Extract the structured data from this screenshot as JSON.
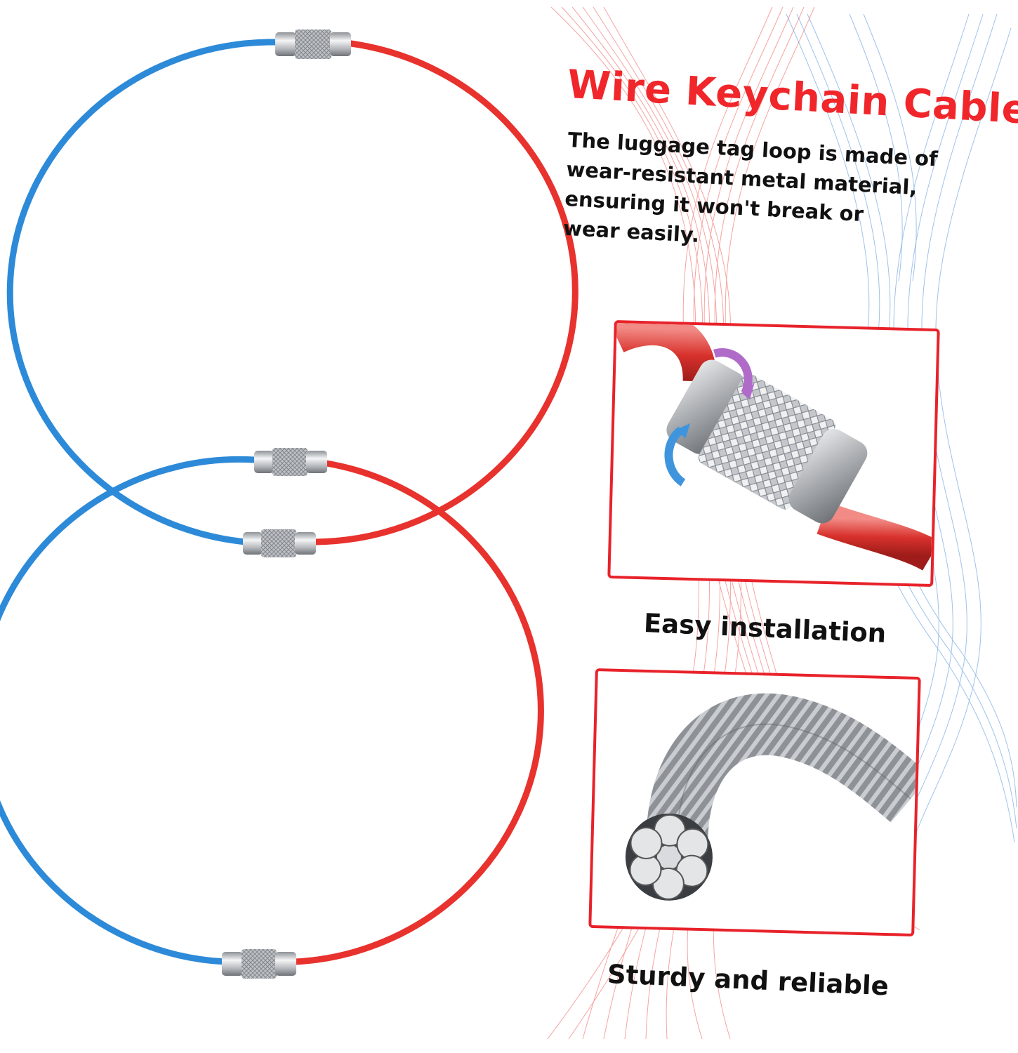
{
  "heading": "Wire Keychain Cable",
  "description_lines": [
    "The luggage tag loop is made of",
    "wear-resistant metal material,",
    "ensuring it won't break or",
    "wear easily."
  ],
  "features": [
    {
      "caption": "Easy installation",
      "icon": "twist-lock-closeup-icon"
    },
    {
      "caption": "Sturdy and reliable",
      "icon": "steel-strand-cross-section-icon"
    }
  ],
  "colors": {
    "accent_red": "#e8222a",
    "cable_red": "#e8322d",
    "cable_blue": "#2d8ad8",
    "heading_red": "#f0262b",
    "metal": "#b9bcc0"
  }
}
